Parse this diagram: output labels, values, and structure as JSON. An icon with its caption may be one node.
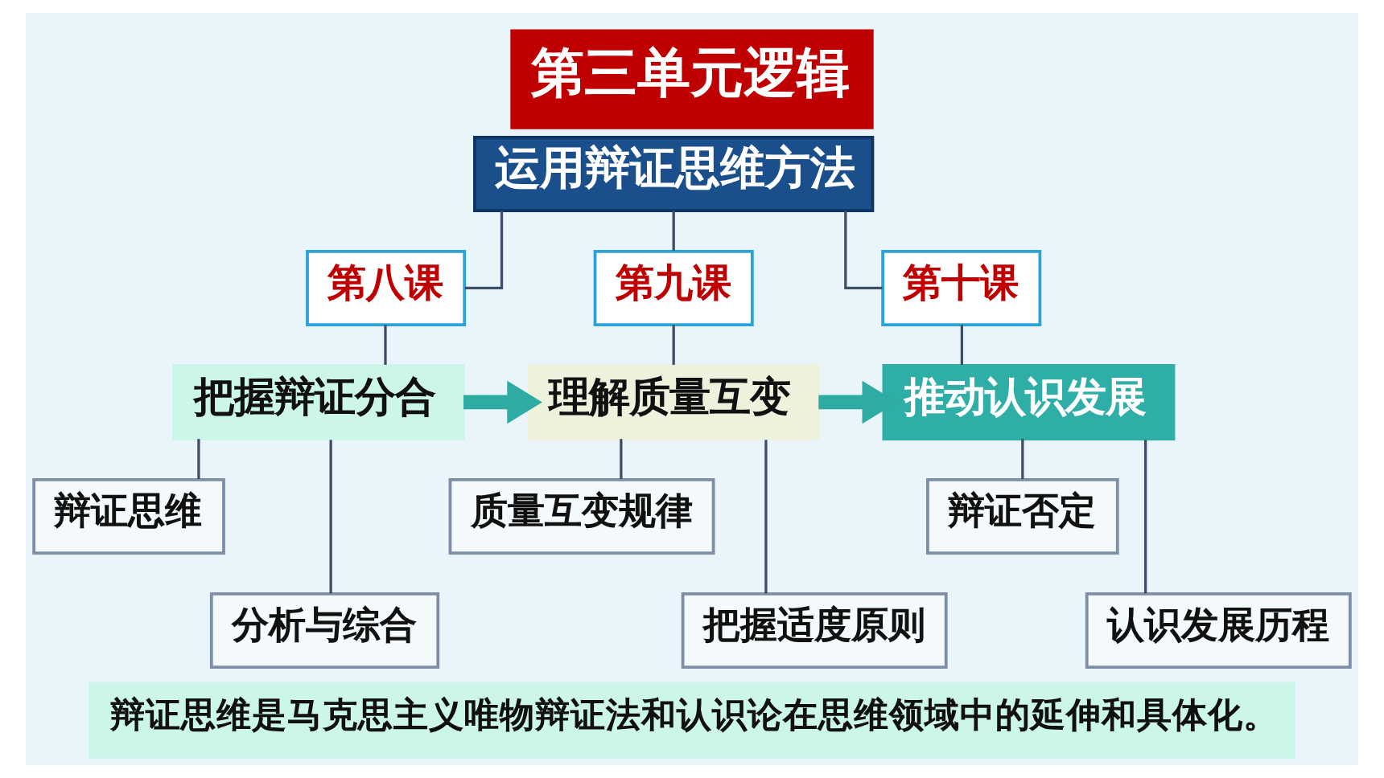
{
  "diagram": {
    "title": "第三单元逻辑",
    "nodes": [
      {
        "text": [
          "运用辩证思维方法"
        ]
      },
      {
        "text": [
          "第八课"
        ]
      },
      {
        "text": [
          "第九课"
        ]
      },
      {
        "text": [
          "第十课"
        ]
      },
      {
        "text": [
          "把握辩证分合"
        ]
      },
      {
        "text": [
          "理解质量互变"
        ]
      },
      {
        "text": [
          "推动认识发展"
        ]
      },
      {
        "text": [
          "辩证思维"
        ]
      },
      {
        "text": [
          "质量互变规律"
        ]
      },
      {
        "text": [
          "辩证否定"
        ]
      },
      {
        "text": [
          "分析与综合"
        ]
      },
      {
        "text": [
          "把握适度原则"
        ]
      },
      {
        "text": [
          "认识发展历程"
        ]
      },
      {
        "text": [
          "辩证思维是马克思主义唯物辩证法和认识论在思维领域中的延伸和具体化。"
        ]
      }
    ],
    "edges": [
      {
        "from": 0,
        "to": 1,
        "arrow": "none"
      },
      {
        "from": 0,
        "to": 2,
        "arrow": "none"
      },
      {
        "from": 0,
        "to": 3,
        "arrow": "none"
      },
      {
        "from": 1,
        "to": 4,
        "arrow": "none"
      },
      {
        "from": 2,
        "to": 5,
        "arrow": "none"
      },
      {
        "from": 3,
        "to": 6,
        "arrow": "none"
      },
      {
        "from": 4,
        "to": 5,
        "arrow": "to",
        "style": "thick",
        "color": "#2eaca4"
      },
      {
        "from": 5,
        "to": 6,
        "arrow": "to",
        "style": "thick",
        "color": "#2eaca4"
      },
      {
        "from": 4,
        "to": 7,
        "arrow": "none"
      },
      {
        "from": 4,
        "to": 10,
        "arrow": "none"
      },
      {
        "from": 5,
        "to": 8,
        "arrow": "none"
      },
      {
        "from": 5,
        "to": 11,
        "arrow": "none"
      },
      {
        "from": 6,
        "to": 9,
        "arrow": "none"
      },
      {
        "from": 6,
        "to": 12,
        "arrow": "none"
      }
    ]
  }
}
